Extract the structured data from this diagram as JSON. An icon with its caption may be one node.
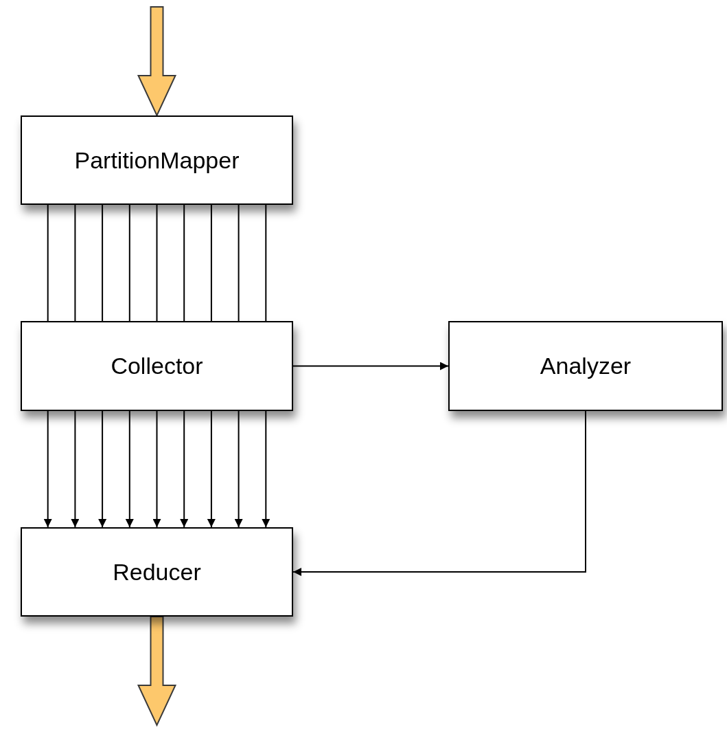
{
  "diagram": {
    "nodes": [
      {
        "text": [
          "PartitionMapper"
        ]
      },
      {
        "text": [
          "Collector"
        ]
      },
      {
        "text": [
          "Analyzer"
        ]
      },
      {
        "text": [
          "Reducer"
        ]
      }
    ],
    "edges": [
      {
        "from": null,
        "to": 0,
        "arrow": "to",
        "style": "thick",
        "color": "#fdc86c"
      },
      {
        "from": 0,
        "to": 1,
        "arrow": "none"
      },
      {
        "from": 0,
        "to": 1,
        "arrow": "none"
      },
      {
        "from": 0,
        "to": 1,
        "arrow": "none"
      },
      {
        "from": 0,
        "to": 1,
        "arrow": "none"
      },
      {
        "from": 0,
        "to": 1,
        "arrow": "none"
      },
      {
        "from": 0,
        "to": 1,
        "arrow": "none"
      },
      {
        "from": 0,
        "to": 1,
        "arrow": "none"
      },
      {
        "from": 0,
        "to": 1,
        "arrow": "none"
      },
      {
        "from": 0,
        "to": 1,
        "arrow": "none"
      },
      {
        "from": 1,
        "to": 3,
        "arrow": "to"
      },
      {
        "from": 1,
        "to": 3,
        "arrow": "to"
      },
      {
        "from": 1,
        "to": 3,
        "arrow": "to"
      },
      {
        "from": 1,
        "to": 3,
        "arrow": "to"
      },
      {
        "from": 1,
        "to": 3,
        "arrow": "to"
      },
      {
        "from": 1,
        "to": 3,
        "arrow": "to"
      },
      {
        "from": 1,
        "to": 3,
        "arrow": "to"
      },
      {
        "from": 1,
        "to": 3,
        "arrow": "to"
      },
      {
        "from": 1,
        "to": 3,
        "arrow": "to"
      },
      {
        "from": 1,
        "to": 2,
        "arrow": "to"
      },
      {
        "from": 2,
        "to": 3,
        "arrow": "to"
      },
      {
        "from": 3,
        "to": null,
        "arrow": "to",
        "style": "thick",
        "color": "#fdc86c"
      }
    ]
  }
}
